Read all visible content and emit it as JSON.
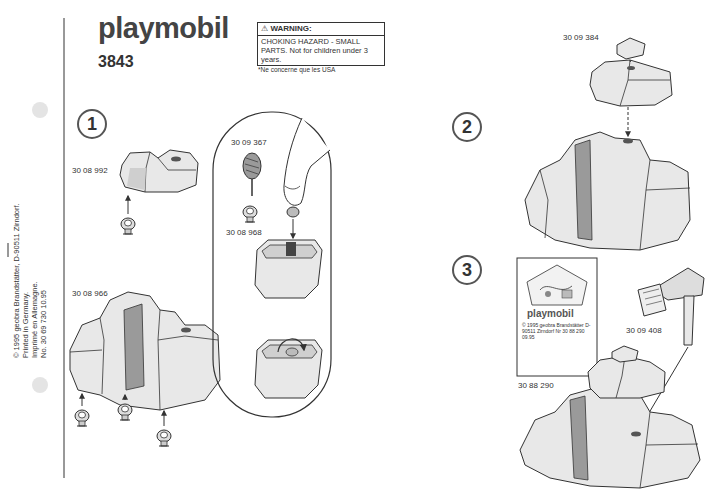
{
  "diagram": {
    "nodes": [
      {
        "text": [
          "⚠ WARNING:",
          "CHOKING HAZARD - SMALL PARTS. Not for children under 3 years."
        ]
      },
      {
        "text": [
          "1"
        ]
      },
      {
        "text": [
          "2"
        ]
      },
      {
        "text": [
          "3"
        ]
      }
    ],
    "labels": [
      "playmobil",
      "3843",
      "*Ne concerne que les USA",
      "© 1995 geobra Brandstätter, D-90511 Zirndorf.",
      "Printed in Germany.",
      "Imprimé en Allemagne.",
      "No. 30 69 730    10.95",
      "30 08 992",
      "30 08 966",
      "30 09 367",
      "30 08 968",
      "30 09 384",
      "30 88 290",
      "30 09 408",
      "playmobil",
      "© 1995 geobra Brandstätter D-90511 Zirndorf Nr 30 88 290 09.95"
    ]
  }
}
